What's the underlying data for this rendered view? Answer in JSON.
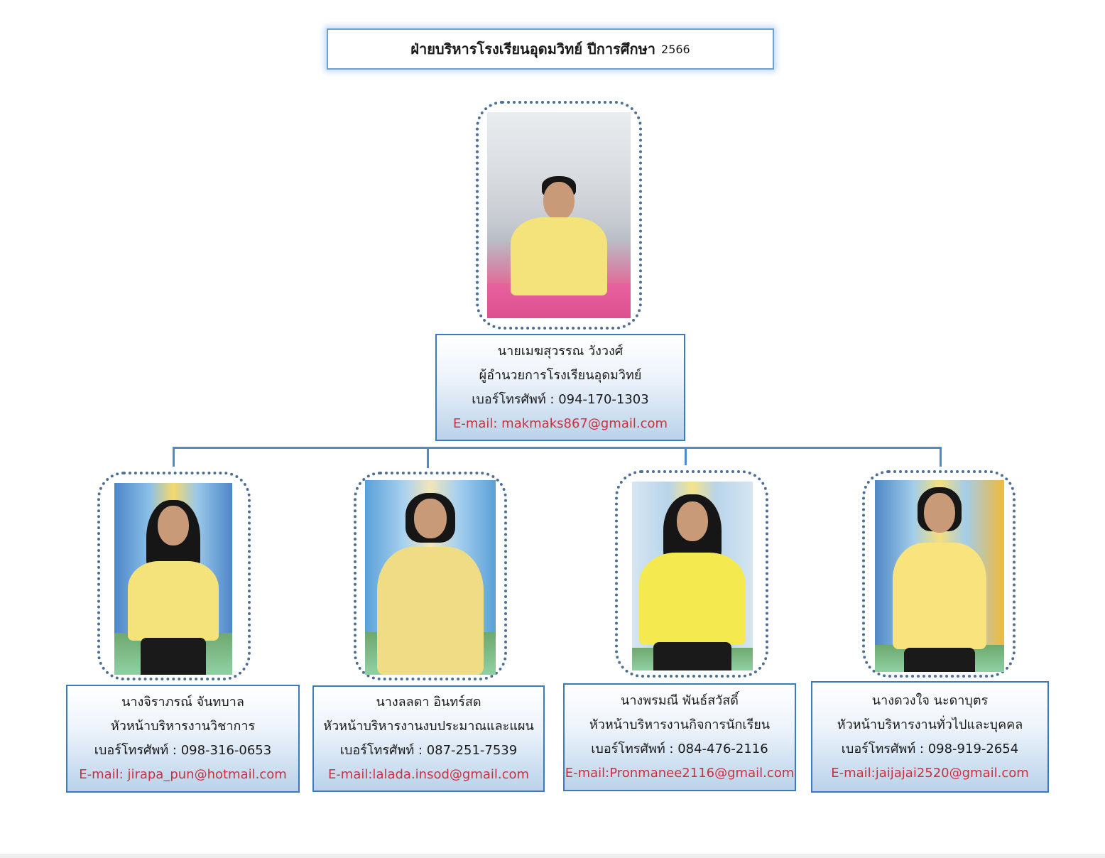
{
  "title": {
    "text": "ฝ่ายบริหารโรงเรียนอุดมวิทย์ ปีการศึกษา",
    "year": "2566"
  },
  "principal": {
    "name": "นายเมฆสุวรรณ  วังวงศ์",
    "position": "ผู้อำนวยการโรงเรียนอุดมวิทย์",
    "phone": "เบอร์โทรศัพท์ : 094-170-1303",
    "email": "E-mail: makmaks867@gmail.com"
  },
  "heads": [
    {
      "name": "นางจิราภรณ์  จันทบาล",
      "position": "หัวหน้าบริหารงานวิชาการ",
      "phone": "เบอร์โทรศัพท์ : 098-316-0653",
      "email": "E-mail: jirapa_pun@hotmail.com"
    },
    {
      "name": "นางลลดา  อินทร์สด",
      "position": "หัวหน้าบริหารงานงบประมาณและแผน",
      "phone": "เบอร์โทรศัพท์ : 087-251-7539",
      "email": "E-mail:lalada.insod@gmail.com"
    },
    {
      "name": "นางพรมณี  พันธ์สวัสดิ์",
      "position": "หัวหน้าบริหารงานกิจการนักเรียน",
      "phone": "เบอร์โทรศัพท์ : 084-476-2116",
      "email": "E-mail:Pronmanee2116@gmail.com"
    },
    {
      "name": "นางดวงใจ  นะดาบุตร",
      "position": "หัวหน้าบริหารงานทั่วไปและบุคคล",
      "phone": "เบอร์โทรศัพท์ : 098-919-2654",
      "email": "E-mail:jaijajai2520@gmail.com"
    }
  ],
  "colors": {
    "frame_border": "#4c6f97",
    "box_border": "#3d79bf",
    "connector": "#4f8bcb",
    "email_text": "#c8323e"
  }
}
